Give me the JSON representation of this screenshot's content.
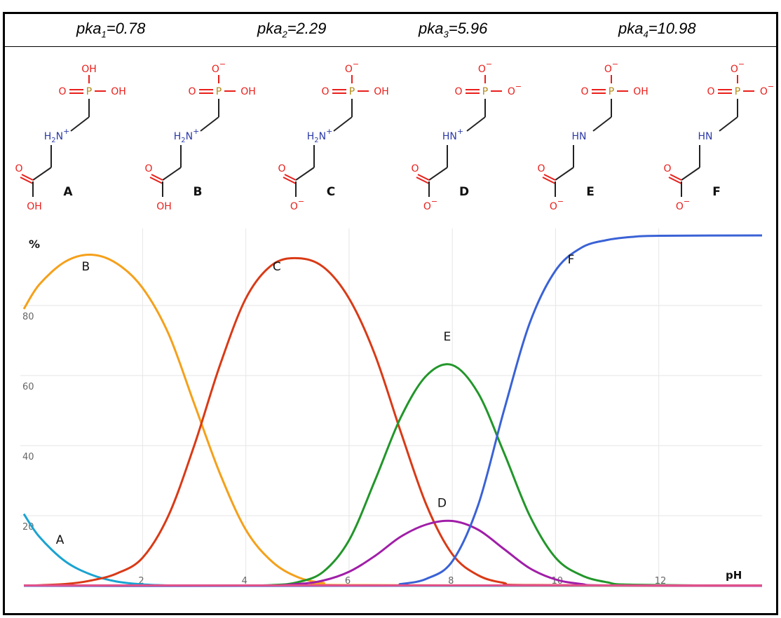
{
  "pka_values": [
    {
      "label": "pka",
      "sub": "1",
      "value": "=0.78"
    },
    {
      "label": "pka",
      "sub": "2",
      "value": "=2.29"
    },
    {
      "label": "pka",
      "sub": "3",
      "value": "=5.96"
    },
    {
      "label": "pka",
      "sub": "4",
      "value": "=10.98"
    }
  ],
  "structures": [
    {
      "letter": "A",
      "phos_top": "OH",
      "phos_right": "OH",
      "amine": "H2N+",
      "carboxyl": "OH"
    },
    {
      "letter": "B",
      "phos_top": "O-",
      "phos_right": "OH",
      "amine": "H2N+",
      "carboxyl": "OH"
    },
    {
      "letter": "C",
      "phos_top": "O-",
      "phos_right": "OH",
      "amine": "H2N+",
      "carboxyl": "O-"
    },
    {
      "letter": "D",
      "phos_top": "O-",
      "phos_right": "O-",
      "amine": "HN+",
      "carboxyl": "O-"
    },
    {
      "letter": "E",
      "phos_top": "O-",
      "phos_right": "OH",
      "amine": "HN",
      "carboxyl": "O-"
    },
    {
      "letter": "F",
      "phos_top": "O-",
      "phos_right": "O-",
      "amine": "HN",
      "carboxyl": "O-"
    }
  ],
  "chart_data": {
    "type": "line",
    "ylabel": "%",
    "xlabel": "pH",
    "xlim": [
      -0.3,
      14.0
    ],
    "ylim": [
      0,
      100
    ],
    "x_ticks": [
      2,
      4,
      6,
      8,
      10,
      12
    ],
    "y_ticks": [
      20,
      40,
      60,
      80
    ],
    "grid": true,
    "pka": [
      0.78,
      2.29,
      5.96,
      10.98
    ],
    "series": [
      {
        "name": "A",
        "color": "#1ba3d1",
        "points": [
          [
            -0.3,
            20.5
          ],
          [
            0.0,
            14.0
          ],
          [
            0.5,
            7.0
          ],
          [
            1.0,
            3.2
          ],
          [
            1.5,
            1.2
          ],
          [
            2.0,
            0.4
          ],
          [
            2.5,
            0.1
          ],
          [
            3.0,
            0.0
          ],
          [
            14.0,
            0.0
          ]
        ]
      },
      {
        "name": "B",
        "color": "#f5a01a",
        "points": [
          [
            -0.3,
            79.0
          ],
          [
            0.0,
            86.0
          ],
          [
            0.5,
            92.5
          ],
          [
            1.0,
            94.5
          ],
          [
            1.5,
            92.0
          ],
          [
            2.0,
            85.0
          ],
          [
            2.5,
            72.0
          ],
          [
            3.0,
            52.0
          ],
          [
            3.5,
            32.0
          ],
          [
            4.0,
            16.0
          ],
          [
            4.5,
            7.0
          ],
          [
            5.0,
            2.5
          ],
          [
            5.5,
            0.8
          ],
          [
            6.0,
            0.2
          ],
          [
            14.0,
            0.0
          ]
        ]
      },
      {
        "name": "C",
        "color": "#d93a16",
        "points": [
          [
            -0.3,
            0.0
          ],
          [
            0.5,
            0.5
          ],
          [
            1.0,
            1.5
          ],
          [
            1.5,
            3.5
          ],
          [
            2.0,
            8.0
          ],
          [
            2.5,
            20.0
          ],
          [
            3.0,
            40.0
          ],
          [
            3.5,
            63.0
          ],
          [
            4.0,
            82.0
          ],
          [
            4.5,
            91.5
          ],
          [
            5.0,
            93.5
          ],
          [
            5.5,
            91.0
          ],
          [
            6.0,
            82.0
          ],
          [
            6.5,
            66.0
          ],
          [
            7.0,
            44.0
          ],
          [
            7.5,
            23.0
          ],
          [
            8.0,
            9.0
          ],
          [
            8.5,
            3.0
          ],
          [
            9.0,
            0.8
          ],
          [
            9.5,
            0.2
          ],
          [
            14.0,
            0.0
          ]
        ]
      },
      {
        "name": "E",
        "color": "#22962a",
        "points": [
          [
            -0.3,
            0.0
          ],
          [
            3.5,
            0.0
          ],
          [
            4.5,
            0.2
          ],
          [
            5.0,
            1.0
          ],
          [
            5.5,
            4.0
          ],
          [
            6.0,
            13.0
          ],
          [
            6.5,
            30.0
          ],
          [
            7.0,
            48.0
          ],
          [
            7.5,
            60.0
          ],
          [
            8.0,
            63.0
          ],
          [
            8.5,
            55.0
          ],
          [
            9.0,
            38.0
          ],
          [
            9.5,
            20.0
          ],
          [
            10.0,
            8.0
          ],
          [
            10.5,
            3.0
          ],
          [
            11.0,
            1.0
          ],
          [
            11.5,
            0.3
          ],
          [
            14.0,
            0.0
          ]
        ]
      },
      {
        "name": "D",
        "color": "#a01ea8",
        "points": [
          [
            -0.3,
            0.0
          ],
          [
            4.0,
            0.0
          ],
          [
            5.0,
            0.5
          ],
          [
            5.5,
            1.5
          ],
          [
            6.0,
            4.0
          ],
          [
            6.5,
            8.5
          ],
          [
            7.0,
            14.0
          ],
          [
            7.5,
            17.5
          ],
          [
            8.0,
            18.5
          ],
          [
            8.5,
            16.0
          ],
          [
            9.0,
            10.5
          ],
          [
            9.5,
            5.0
          ],
          [
            10.0,
            1.8
          ],
          [
            10.5,
            0.5
          ],
          [
            11.0,
            0.1
          ],
          [
            14.0,
            0.0
          ]
        ]
      },
      {
        "name": "F",
        "color": "#3a62d6",
        "points": [
          [
            -0.3,
            0.0
          ],
          [
            6.5,
            0.0
          ],
          [
            7.0,
            0.5
          ],
          [
            7.5,
            2.0
          ],
          [
            8.0,
            7.0
          ],
          [
            8.5,
            23.0
          ],
          [
            9.0,
            50.0
          ],
          [
            9.5,
            75.0
          ],
          [
            10.0,
            90.0
          ],
          [
            10.5,
            96.5
          ],
          [
            11.0,
            98.7
          ],
          [
            11.5,
            99.6
          ],
          [
            12.0,
            99.9
          ],
          [
            14.0,
            100.0
          ]
        ]
      },
      {
        "name": "",
        "color": "#e0508a",
        "points": [
          [
            -0.3,
            0.1
          ],
          [
            14.0,
            0.1
          ]
        ]
      }
    ],
    "curve_labels": [
      {
        "text": "A",
        "x": 0.4,
        "y": 12
      },
      {
        "text": "B",
        "x": 0.9,
        "y": 90
      },
      {
        "text": "C",
        "x": 4.6,
        "y": 90
      },
      {
        "text": "E",
        "x": 7.9,
        "y": 70
      },
      {
        "text": "D",
        "x": 7.8,
        "y": 22.5
      },
      {
        "text": "F",
        "x": 10.3,
        "y": 92
      }
    ]
  }
}
